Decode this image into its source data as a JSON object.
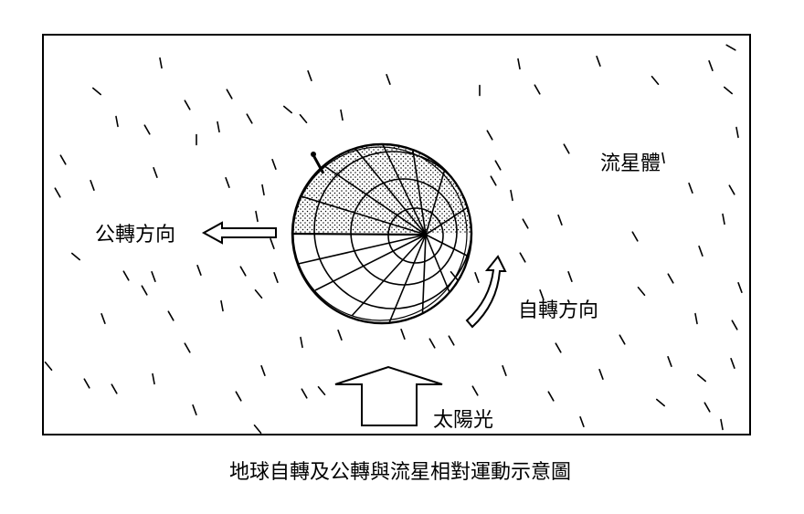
{
  "labels": {
    "meteoroids": "流星體",
    "orbit_direction": "公轉方向",
    "rotation_direction": "自轉方向",
    "sunlight": "太陽光"
  },
  "caption": "地球自轉及公轉與流星相對運動示意圖"
}
